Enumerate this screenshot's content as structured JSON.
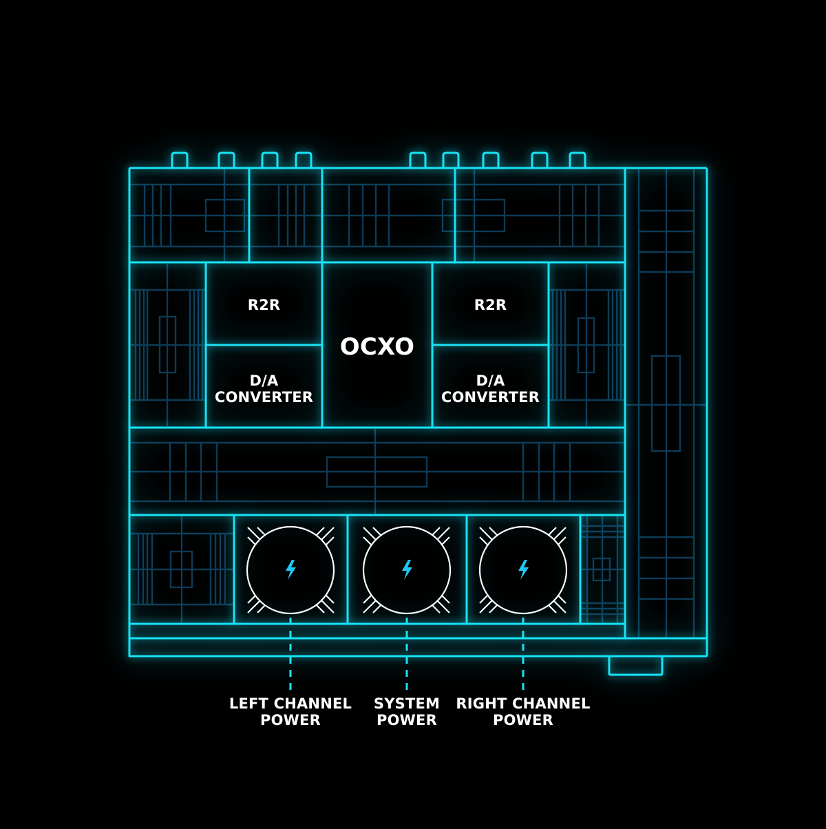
{
  "diagram": {
    "colors": {
      "background": "#000000",
      "outline": "#19e3f5",
      "inner_lines": "#0e3a55",
      "circle": "#ffffff",
      "bolt": "#1ec8f5",
      "text": "#ffffff"
    },
    "blocks": {
      "r2r_left": "R2R",
      "dac_left_line1": "D/A",
      "dac_left_line2": "CONVERTER",
      "ocxo": "OCXO",
      "r2r_right": "R2R",
      "dac_right_line1": "D/A",
      "dac_right_line2": "CONVERTER"
    },
    "power_supplies": [
      {
        "icon": "lightning-bolt-icon",
        "label_line1": "LEFT CHANNEL",
        "label_line2": "POWER"
      },
      {
        "icon": "lightning-bolt-icon",
        "label_line1": "SYSTEM",
        "label_line2": "POWER"
      },
      {
        "icon": "lightning-bolt-icon",
        "label_line1": "RIGHT CHANNEL",
        "label_line2": "POWER"
      }
    ],
    "connector_tab_count": 9
  }
}
